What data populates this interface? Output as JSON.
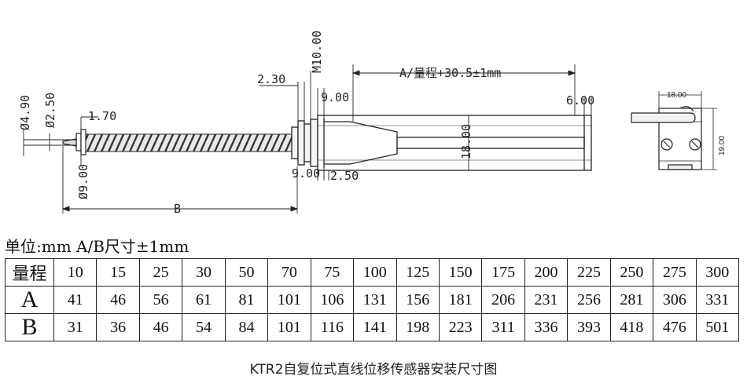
{
  "drawing": {
    "labels": {
      "d_outer": "Ø4.90",
      "d_inner": "Ø2.50",
      "tip_len": "1.70",
      "d_nut": "Ø9.00",
      "flange_w": "2.30",
      "thread": "M10.00",
      "body_left": "9.00",
      "a_span": "A/量程+30.5±1mm",
      "body_right": "6.00",
      "body_h": "18.00",
      "bottom_left": "9.00",
      "bottom_right": "2.50",
      "b_span": "B",
      "side_w": "18.00",
      "side_h": "19.00"
    }
  },
  "unit_note": "单位:mm A/B尺寸±1mm",
  "table": {
    "rows": [
      {
        "label": "量程",
        "values": [
          "10",
          "15",
          "25",
          "30",
          "50",
          "70",
          "75",
          "100",
          "125",
          "150",
          "175",
          "200",
          "225",
          "250",
          "275",
          "300"
        ]
      },
      {
        "label": "A",
        "values": [
          "41",
          "46",
          "56",
          "61",
          "81",
          "101",
          "106",
          "131",
          "156",
          "181",
          "206",
          "231",
          "256",
          "281",
          "306",
          "331"
        ]
      },
      {
        "label": "B",
        "values": [
          "31",
          "36",
          "46",
          "54",
          "84",
          "101",
          "116",
          "141",
          "198",
          "223",
          "311",
          "336",
          "393",
          "418",
          "476",
          "501"
        ]
      }
    ]
  },
  "caption": "KTR2自复位式直线位移传感器安装尺寸图"
}
